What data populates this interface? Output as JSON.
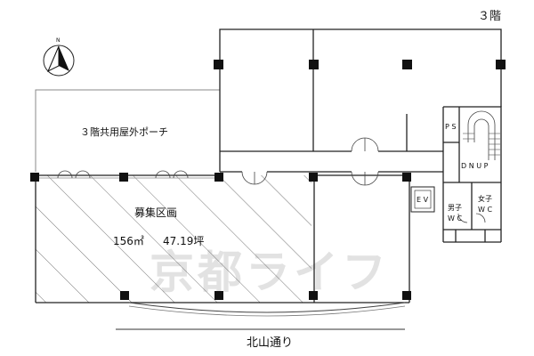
{
  "floor_label": "３階",
  "north_label": "N",
  "porch_label": "３階共用屋外ポーチ",
  "unit": {
    "title": "募集区画",
    "area_sqm": "156㎡",
    "area_tsubo": "47.19坪"
  },
  "rooms": {
    "ps": "P S",
    "stairs": "D N  U P",
    "ev": "E V",
    "mens_wc_top": "男子",
    "mens_wc_bottom": "W C",
    "womens_wc_top": "女子",
    "womens_wc_bottom": "W C"
  },
  "street_label": "北山通り",
  "watermark": "京都ライフ",
  "colors": {
    "line": "#222222",
    "hatch": "#555555",
    "column": "#111111",
    "watermark": "#e2e2e2"
  }
}
